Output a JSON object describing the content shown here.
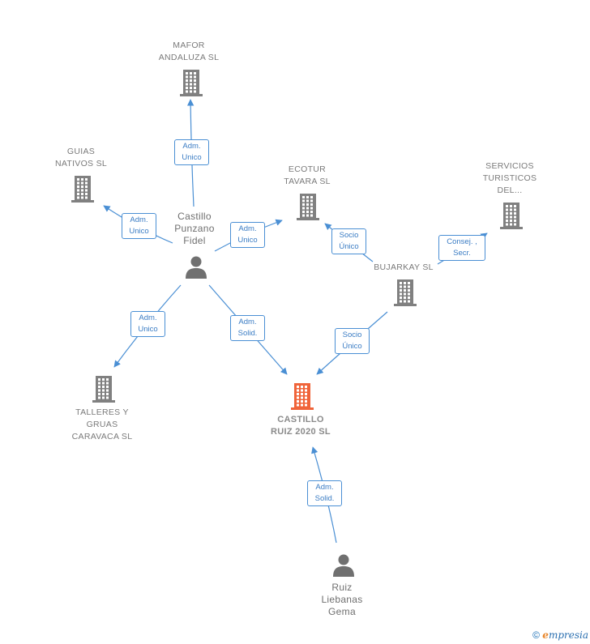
{
  "nodes": {
    "mafor": {
      "label": "MAFOR\nANDALUZA  SL",
      "type": "company"
    },
    "guias": {
      "label": "GUIAS\nNATIVOS SL",
      "type": "company"
    },
    "ecotur": {
      "label": "ECOTUR\nTAVARA  SL",
      "type": "company"
    },
    "servicios": {
      "label": "SERVICIOS\nTURISTICOS\nDEL...",
      "type": "company"
    },
    "bujarkay": {
      "label": "BUJARKAY  SL",
      "type": "company"
    },
    "talleres": {
      "label": "TALLERES Y\nGRUAS\nCARAVACA  SL",
      "type": "company"
    },
    "castillo_ruiz": {
      "label": "CASTILLO\nRUIZ 2020  SL",
      "type": "company-focus"
    },
    "castillo_punzano": {
      "label": "Castillo\nPunzano\nFidel",
      "type": "person"
    },
    "ruiz_liebanas": {
      "label": "Ruiz\nLiebanas\nGema",
      "type": "person"
    }
  },
  "edges": [
    {
      "from": "castillo_punzano",
      "to": "mafor",
      "label": "Adm.\nUnico"
    },
    {
      "from": "castillo_punzano",
      "to": "guias",
      "label": "Adm.\nUnico"
    },
    {
      "from": "castillo_punzano",
      "to": "ecotur",
      "label": "Adm.\nUnico"
    },
    {
      "from": "castillo_punzano",
      "to": "talleres",
      "label": "Adm.\nUnico"
    },
    {
      "from": "castillo_punzano",
      "to": "castillo_ruiz",
      "label": "Adm.\nSolid."
    },
    {
      "from": "bujarkay",
      "to": "ecotur",
      "label": "Socio\nÚnico"
    },
    {
      "from": "bujarkay",
      "to": "servicios",
      "label": "Consej. ,\nSecr."
    },
    {
      "from": "bujarkay",
      "to": "castillo_ruiz",
      "label": "Socio\nÚnico"
    },
    {
      "from": "ruiz_liebanas",
      "to": "castillo_ruiz",
      "label": "Adm.\nSolid."
    }
  ],
  "colors": {
    "company": "#808080",
    "focus": "#f0643a",
    "person": "#707070",
    "edge": "#4a8fd4"
  },
  "icons": {
    "company": "building-icon",
    "person": "person-icon"
  },
  "footer": {
    "copyright": "©",
    "brand_e": "e",
    "brand_rest": "mpresia"
  }
}
